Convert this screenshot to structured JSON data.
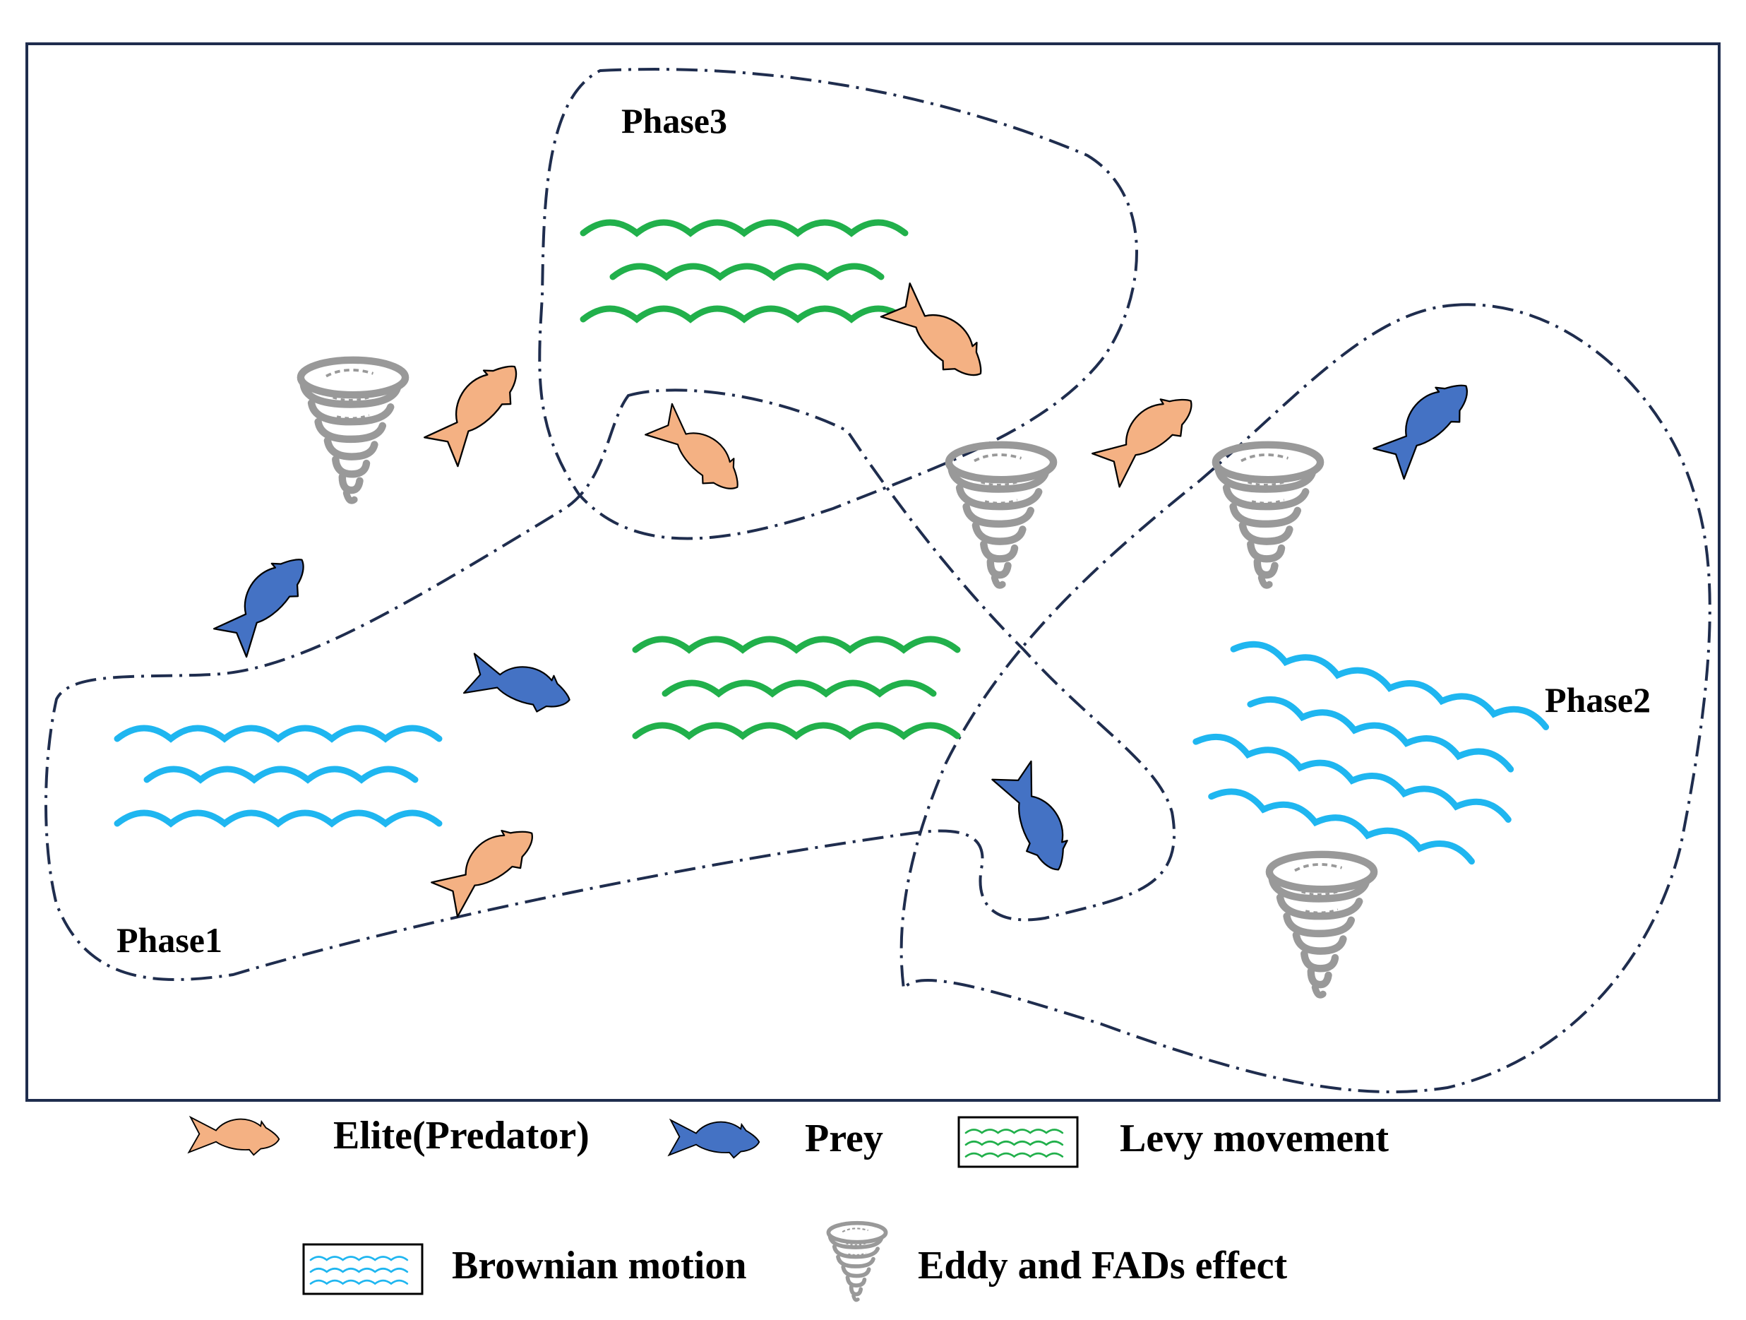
{
  "phases": {
    "phase1": "Phase1",
    "phase2": "Phase2",
    "phase3": "Phase3"
  },
  "legend": {
    "elite": "Elite(Predator)",
    "prey": "Prey",
    "levy": "Levy movement",
    "brownian": "Brownian motion",
    "eddy": "Eddy and FADs effect"
  },
  "colors": {
    "elite_fish": "#F4B183",
    "prey_fish": "#4472C4",
    "levy_waves": "#21B04B",
    "brownian_waves": "#1FB6F0",
    "eddy": "#999999",
    "boundary": "#1F2D4E"
  },
  "icons": {
    "elite": "orange-fish-icon",
    "prey": "blue-fish-icon",
    "eddy": "tornado-icon"
  }
}
